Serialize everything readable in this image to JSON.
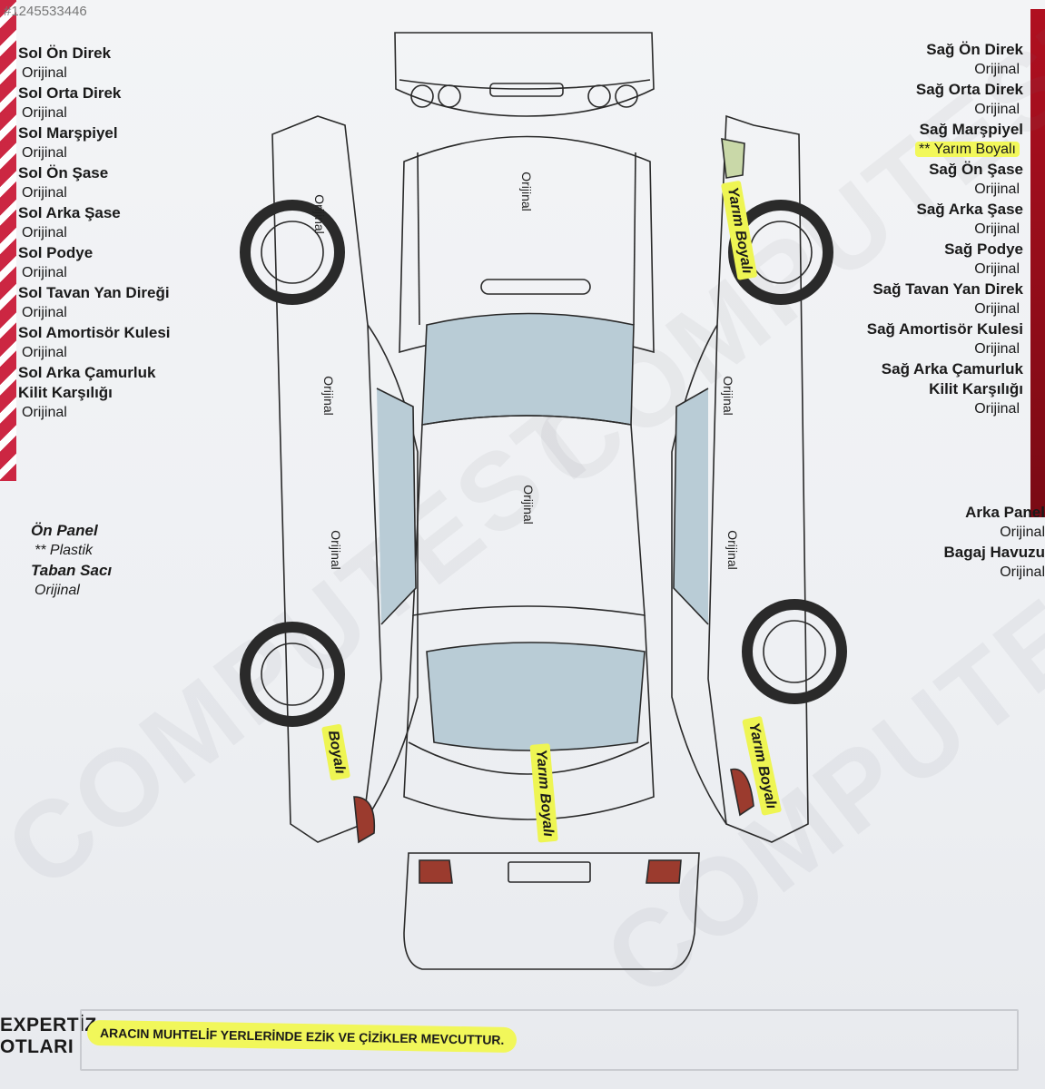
{
  "image_id": "#1245533446",
  "left_parts": [
    {
      "part": "Sol Ön Direk",
      "value": "Orijinal"
    },
    {
      "part": "Sol Orta Direk",
      "value": "Orijinal"
    },
    {
      "part": "Sol Marşpiyel",
      "value": "Orijinal"
    },
    {
      "part": "Sol Ön Şase",
      "value": "Orijinal"
    },
    {
      "part": "Sol Arka Şase",
      "value": "Orijinal"
    },
    {
      "part": "Sol Podye",
      "value": "Orijinal"
    },
    {
      "part": "Sol Tavan Yan Direği",
      "value": "Orijinal"
    },
    {
      "part": "Sol Amortisör Kulesi",
      "value": "Orijinal"
    },
    {
      "part": "Sol Arka Çamurluk",
      "value": ""
    },
    {
      "part": "Kilit Karşılığı",
      "value": "Orijinal"
    }
  ],
  "right_parts": [
    {
      "part": "Sağ Ön Direk",
      "value": "Orijinal"
    },
    {
      "part": "Sağ Orta Direk",
      "value": "Orijinal"
    },
    {
      "part": "Sağ Marşpiyel",
      "value": "** Yarım Boyalı"
    },
    {
      "part": "Sağ Ön Şase",
      "value": "Orijinal"
    },
    {
      "part": "Sağ Arka Şase",
      "value": "Orijinal"
    },
    {
      "part": "Sağ Podye",
      "value": "Orijinal"
    },
    {
      "part": "Sağ Tavan Yan Direk",
      "value": "Orijinal"
    },
    {
      "part": "Sağ Amortisör Kulesi",
      "value": "Orijinal"
    },
    {
      "part": "Sağ Arka Çamurluk",
      "value": ""
    },
    {
      "part": "Kilit Karşılığı",
      "value": "Orijinal"
    }
  ],
  "lower_left": [
    {
      "part": "Ön Panel",
      "value": "** Plastik"
    },
    {
      "part": "Taban Sacı",
      "value": "Orijinal"
    }
  ],
  "lower_right": [
    {
      "part": "Arka Panel",
      "value": "Orijinal"
    },
    {
      "part": "Bagaj Havuzu",
      "value": "Orijinal"
    }
  ],
  "diagram_labels": {
    "hood": "Orijinal",
    "roof": "Orijinal",
    "left_front_fender": "Orijinal",
    "left_front_door": "Orijinal",
    "left_rear_door": "Orijinal",
    "right_front_door": "Orijinal",
    "right_rear_door": "Orijinal"
  },
  "handwritten_marks": {
    "right_front_fender": "Yarım Boyalı",
    "left_rear_fender": "Boyalı",
    "trunk_lid": "Yarım Boyalı",
    "right_rear_fender": "Yarım Boyalı"
  },
  "notes": {
    "title_line1": "EXPERTİZ",
    "title_line2": "OTLARI",
    "text": "ARACIN MUHTELİF YERLERİNDE EZİK VE ÇİZİKLER MEVCUTTUR."
  },
  "colors": {
    "highlight": "#f2f85a",
    "brand_red": "#c8102e",
    "glass": "#b9ccd6"
  }
}
